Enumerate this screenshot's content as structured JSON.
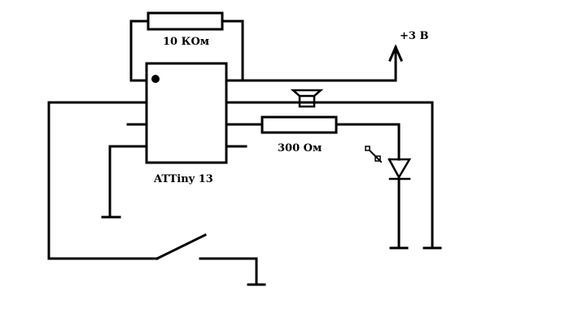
{
  "labels": {
    "resistor_10k": "10 КОм",
    "resistor_300": "300 Ом",
    "chip": "ATTiny 13",
    "supply": "+3 В"
  },
  "colors": {
    "line": "#000000",
    "background": "#ffffff"
  },
  "icons": {
    "speaker": "speaker-icon",
    "led": "led-icon",
    "switch": "switch-icon",
    "ground": "ground-icon",
    "supply_arrow": "arrow-up-icon"
  }
}
